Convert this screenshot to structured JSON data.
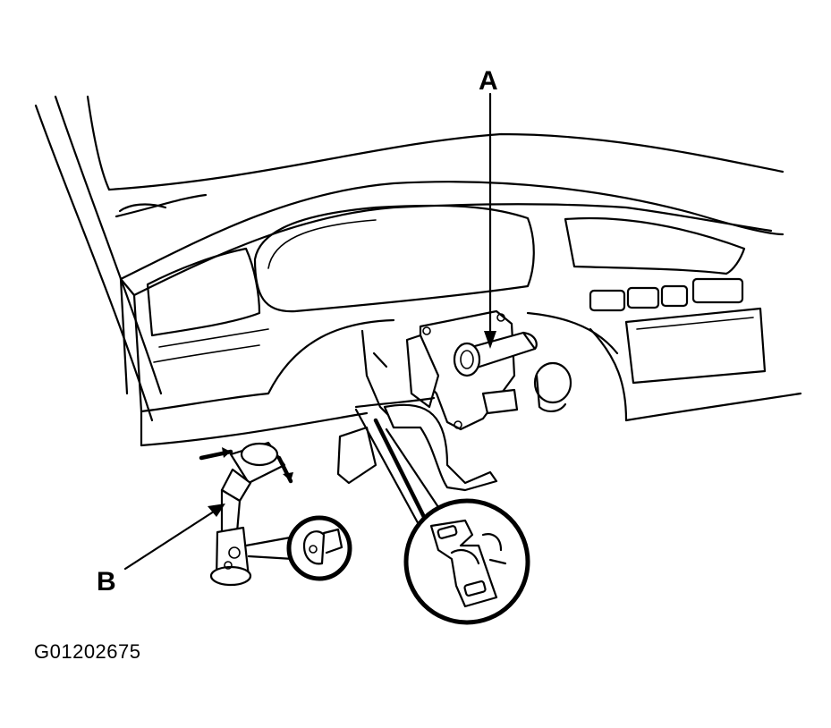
{
  "callouts": {
    "a": "A",
    "b": "B"
  },
  "figure_id": "G01202675",
  "colors": {
    "line": "#000000",
    "background": "#ffffff"
  }
}
